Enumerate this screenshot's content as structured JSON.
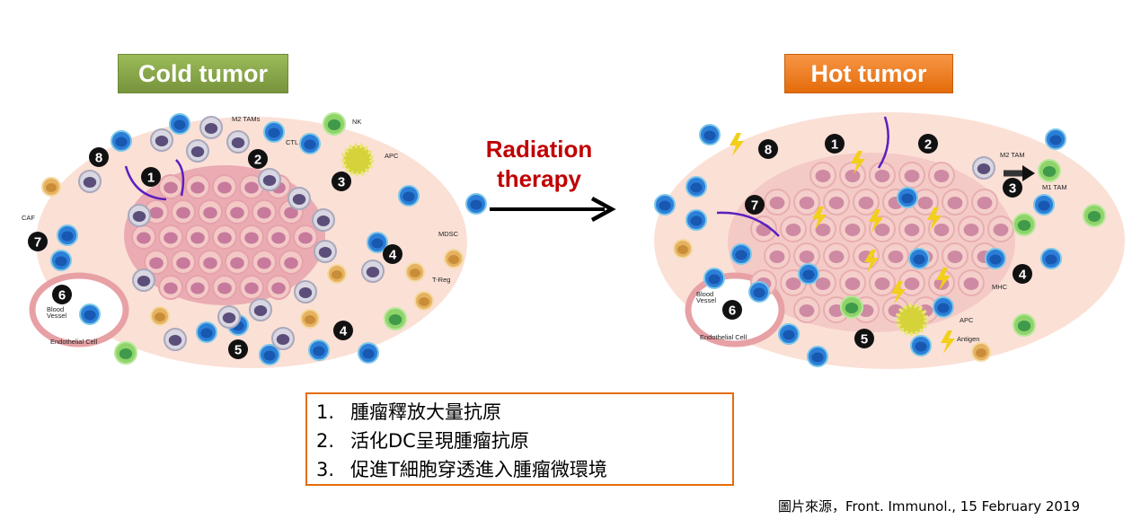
{
  "cold_title": "Cold tumor",
  "hot_title": "Hot tumor",
  "transition": {
    "line1": "Radiation",
    "line2": "therapy"
  },
  "cold_labels": {
    "m2tams": "M2 TAMs",
    "nk": "NK",
    "ctl": "CTL",
    "apc": "APC",
    "caf": "CAF",
    "mdsc": "MDSC",
    "treg": "T-Reg",
    "blood": "Blood",
    "vessel": "Vessel",
    "endo": "Endothelial Cell"
  },
  "hot_labels": {
    "m2tam": "M2 TAM",
    "m1tam": "M1 TAM",
    "mhc": "MHC",
    "apc": "APC",
    "antigen": "Antigen",
    "blood": "Blood",
    "vessel": "Vessel",
    "endo": "Endothelial Cell"
  },
  "cold_numbers": [
    "8",
    "1",
    "2",
    "3",
    "7",
    "4",
    "6",
    "4",
    "5"
  ],
  "hot_numbers": [
    "8",
    "1",
    "2",
    "3",
    "7",
    "4",
    "6",
    "5"
  ],
  "steps": [
    {
      "n": "1.",
      "text": "腫瘤釋放大量抗原"
    },
    {
      "n": "2.",
      "text": "活化DC呈現腫瘤抗原"
    },
    {
      "n": "3.",
      "text": "促進T細胞穿透進入腫瘤微環境"
    }
  ],
  "source": "圖片來源，Front. Immunol., 15 February 2019",
  "colors": {
    "cold": "#77933c",
    "hot": "#e46c0a",
    "radiation": "#c00000",
    "border": "#e46c0a"
  }
}
